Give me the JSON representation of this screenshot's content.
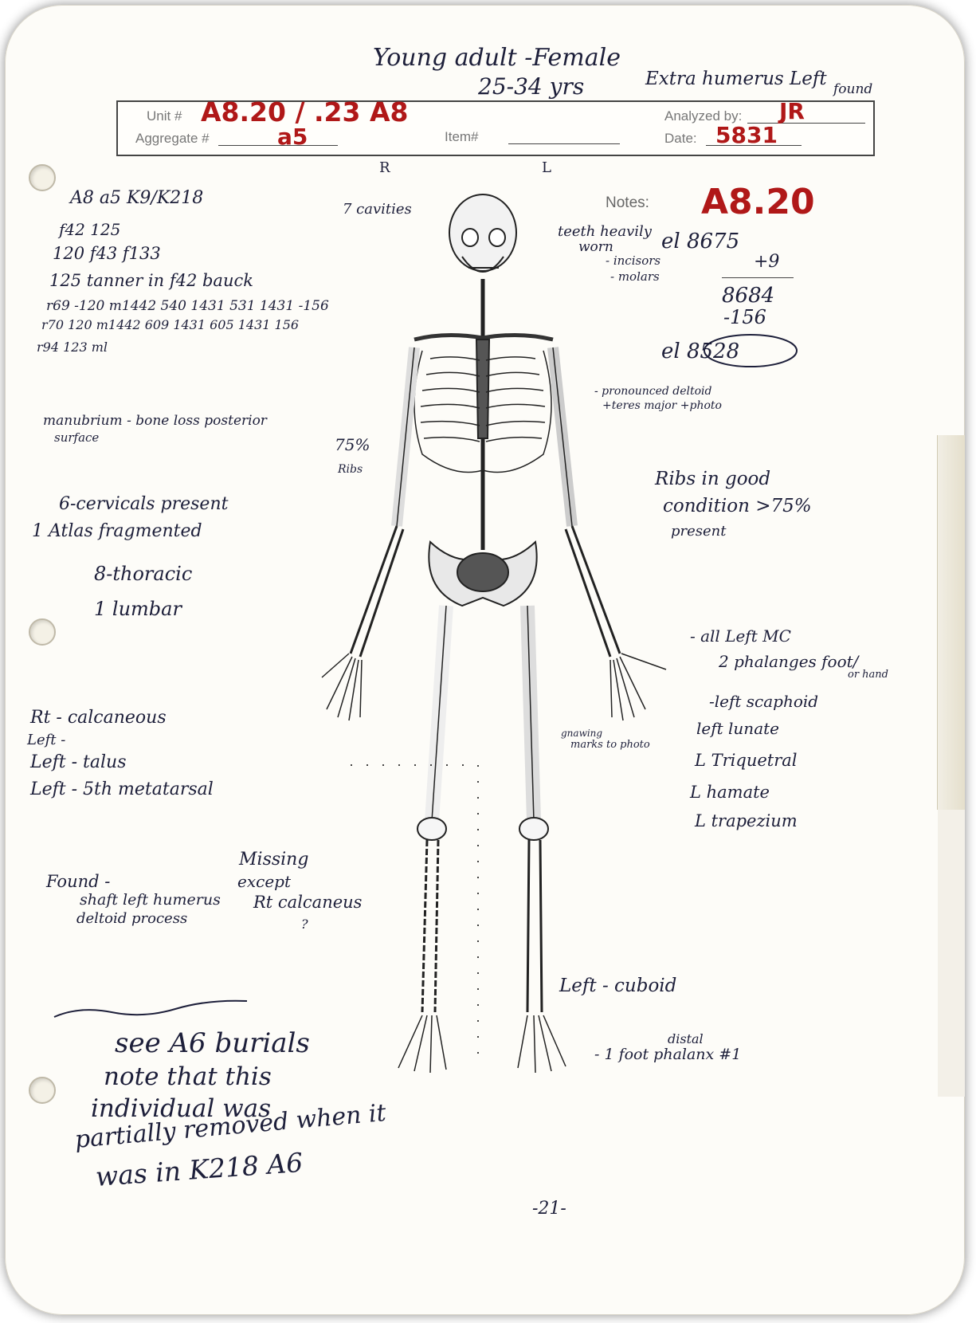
{
  "header": {
    "line1": "Young adult -Female",
    "line2": "25-34 yrs",
    "line3": "Extra humerus Left",
    "line3b": "found"
  },
  "form": {
    "unit_label": "Unit #",
    "unit_value": "A8.20 / .23 A8",
    "aggregate_label": "Aggregate #",
    "aggregate_value": "a5",
    "item_label": "Item#",
    "analyzed_label": "Analyzed by:",
    "analyzed_value": "JR",
    "date_label": "Date:",
    "date_value": "5831"
  },
  "orientation": {
    "right": "R",
    "left": "L"
  },
  "notes_label": "Notes:",
  "big_id": "A8.20",
  "left_notes": [
    "A8 a5 K9/K218",
    "f42 125",
    "120 f43 f133",
    "125 tanner in f42 bauck",
    "r69 -120 m1442 540 1431 531 1431 -156",
    "r70 120 m1442 609 1431 605 1431 156",
    "r94 123 ml"
  ],
  "manubrium_note": [
    "manubrium - bone loss posterior",
    "surface"
  ],
  "vertebrae": [
    "6-cervicals present",
    "1 Atlas fragmented",
    "8-thoracic",
    "1 lumbar"
  ],
  "foot_notes": [
    "Rt - calcaneous",
    "Left -",
    "Left - talus",
    "Left - 5th metatarsal"
  ],
  "found_note": [
    "Found -",
    "shaft left humerus",
    "deltoid process"
  ],
  "missing_note": [
    "Missing",
    "except",
    "Rt calcaneus",
    "?"
  ],
  "see_note": [
    "see A6 burials",
    "note that this",
    "individual was",
    "partially removed when it",
    "was in K218 A6"
  ],
  "skeleton_notes": {
    "cavities": "7 cavities",
    "teeth": [
      "teeth heavily",
      "worn"
    ],
    "incisors": "- incisors",
    "molars": "- molars",
    "ribs_pct": [
      "75%",
      "Ribs"
    ],
    "deltoid": [
      "- pronounced deltoid",
      "+teres major  +photo"
    ],
    "gnawing": [
      "gnawing",
      "marks  to photo"
    ]
  },
  "right_notes": {
    "calc": [
      "el  8675",
      "+9",
      "8684",
      "-156",
      "el  8528"
    ],
    "ribs": [
      "Ribs in good",
      "condition >75%",
      "present"
    ],
    "hand": [
      "- all Left MC",
      "2 phalanges foot/",
      "or hand",
      "-left scaphoid",
      "left lunate",
      "L Triquetral",
      "L hamate",
      "L trapezium"
    ],
    "cuboid": "Left - cuboid",
    "phalanx": [
      "distal",
      "- 1 foot phalanx #1"
    ]
  },
  "page_number": "-21-"
}
